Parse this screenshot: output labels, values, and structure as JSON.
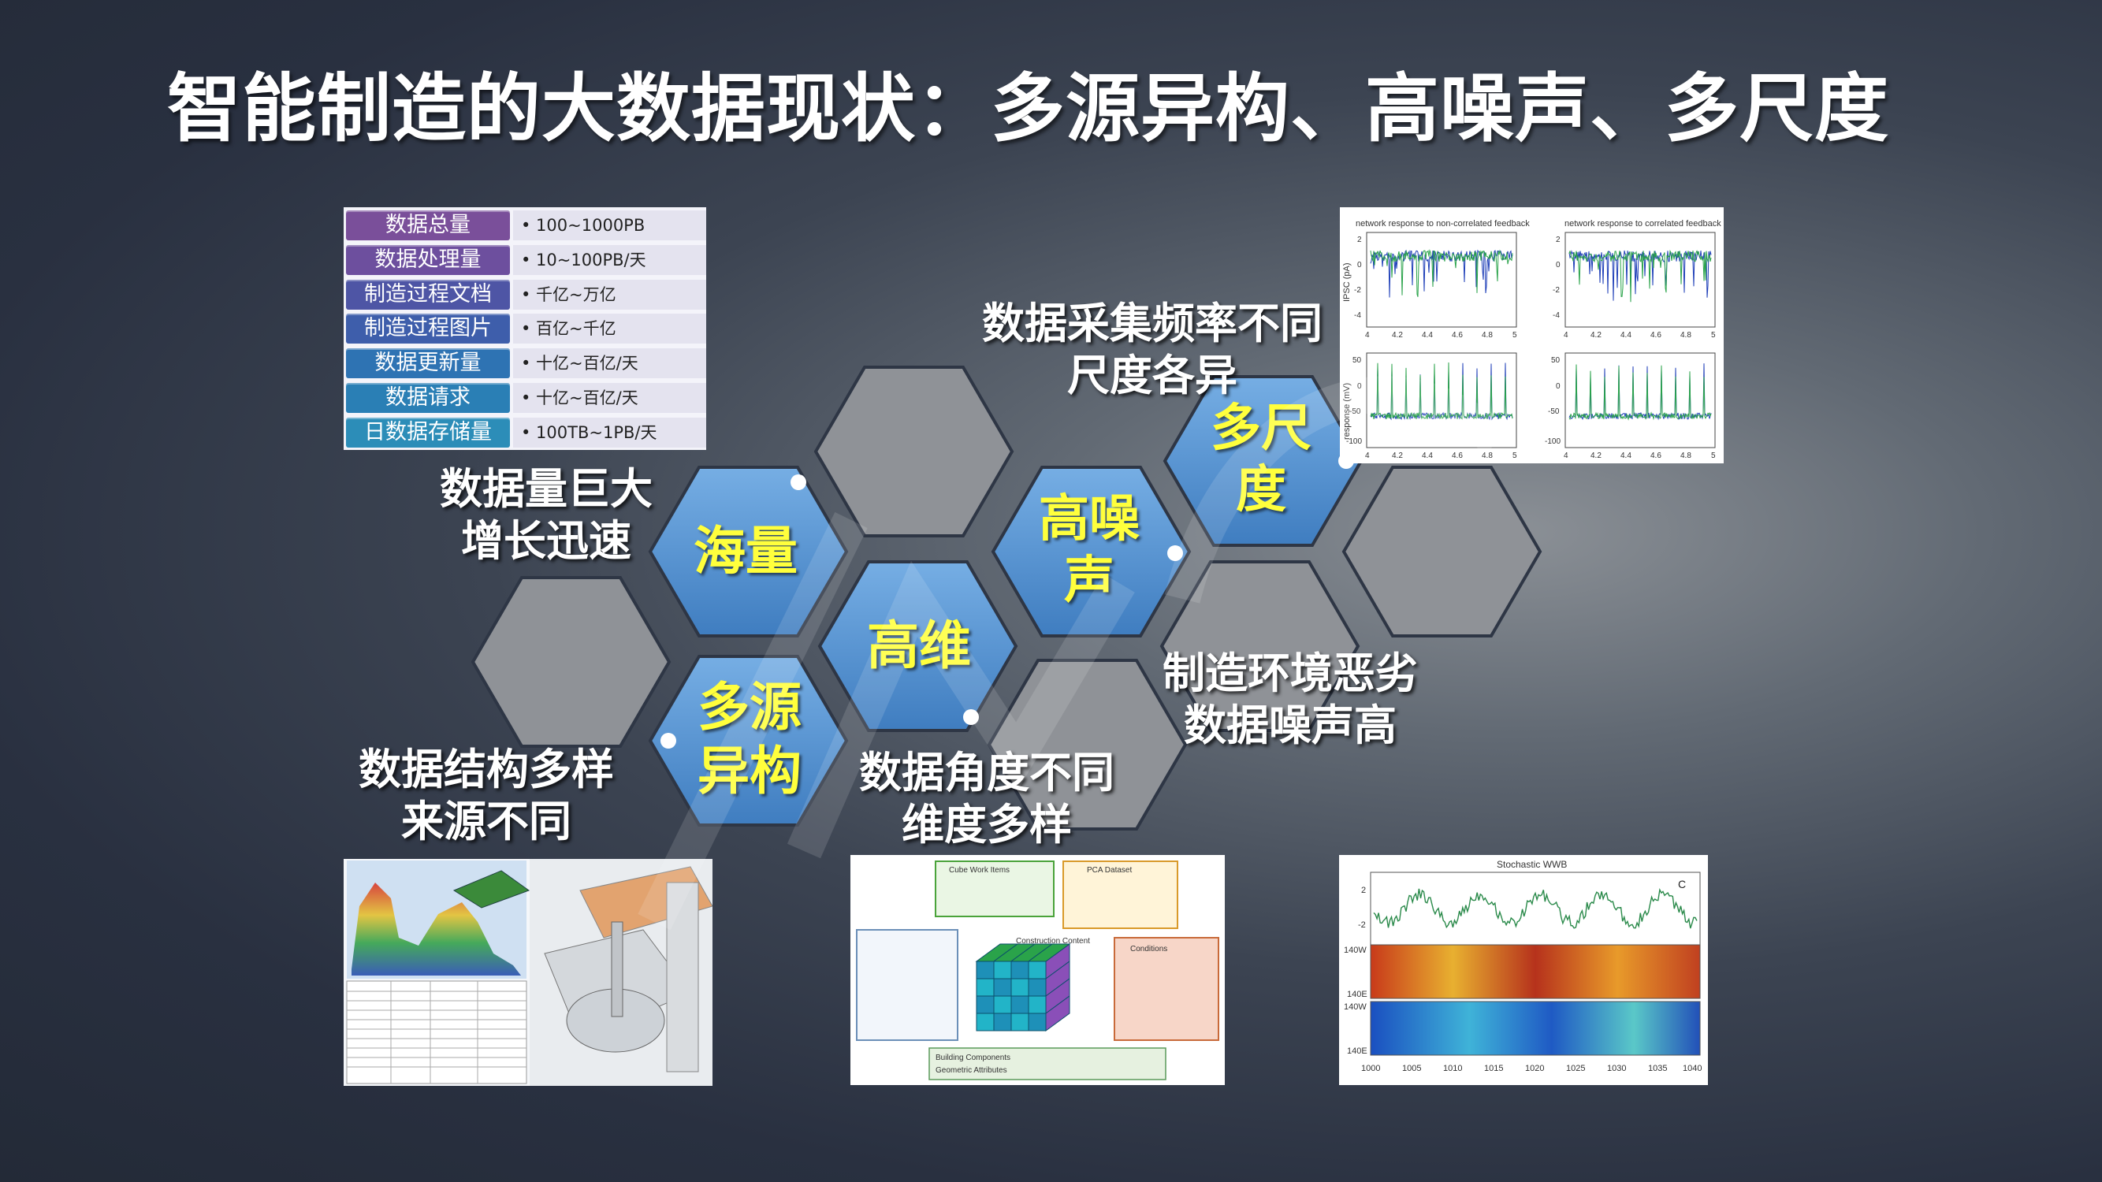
{
  "title": "智能制造的大数据现状：多源异构、高噪声、多尺度",
  "colors": {
    "hex_blue": "#5b95d1",
    "hex_gray": "#8d9096",
    "hex_label": "#ffff3c"
  },
  "hexes": {
    "massive": "海量",
    "high_dim": "高维",
    "noise_line1": "高噪",
    "noise_line2": "声",
    "multi_scale_line1": "多尺",
    "multi_scale_line2": "度",
    "multi_source_line1": "多源",
    "multi_source_line2": "异构"
  },
  "captions": {
    "volume": [
      "数据量巨大",
      "增长迅速"
    ],
    "frequency": [
      "数据采集频率不同",
      "尺度各异"
    ],
    "environment": [
      "制造环境恶劣",
      "数据噪声高"
    ],
    "structure": [
      "数据结构多样",
      "来源不同"
    ],
    "angle": [
      "数据角度不同",
      "维度多样"
    ]
  },
  "table": [
    {
      "label": "数据总量",
      "value": "• 100~1000PB",
      "color": "#7a4f9a"
    },
    {
      "label": "数据处理量",
      "value": "• 10~100PB/天",
      "color": "#6d4f9e"
    },
    {
      "label": "制造过程文档",
      "value": "• 千亿~万亿",
      "color": "#4e55a5"
    },
    {
      "label": "制造过程图片",
      "value": "• 百亿~千亿",
      "color": "#3e5eab"
    },
    {
      "label": "数据更新量",
      "value": "• 十亿~百亿/天",
      "color": "#2e73b3"
    },
    {
      "label": "数据请求",
      "value": "• 十亿~百亿/天",
      "color": "#2a7fb5"
    },
    {
      "label": "日数据存储量",
      "value": "• 100TB~1PB/天",
      "color": "#2c8db8"
    }
  ],
  "signal_panel": {
    "left_title": "network response to non-correlated feedback",
    "right_title": "network response to correlated feedback",
    "y_top_label": "IPSC (pA)",
    "y_bottom_label": "response (mV)",
    "top_ticks": [
      "2",
      "0",
      "-2",
      "-4"
    ],
    "top_right_ticks": [
      "2",
      "0",
      "-2",
      "-4"
    ],
    "bottom_ticks": [
      "50",
      "0",
      "-50",
      "-100"
    ],
    "bottom_right_ticks": [
      "50",
      "0",
      "-50",
      "-100"
    ],
    "x_ticks": [
      "4",
      "4.2",
      "4.4",
      "4.6",
      "4.8",
      "5"
    ]
  },
  "wavelet_panel": {
    "title": "Stochastic WWB",
    "y_labels": [
      "2",
      "-2",
      "140W",
      "140E",
      "140W",
      "140E"
    ],
    "x_ticks": [
      "1000",
      "1005",
      "1010",
      "1015",
      "1020",
      "1025",
      "1030",
      "1035",
      "1040"
    ],
    "series_tag": "C"
  },
  "cube_panel": {
    "boxes": [
      "Cube Work Items",
      "PCA Dataset",
      "Construction Content",
      "Conditions",
      "Building Components",
      "Geometric Attributes"
    ]
  }
}
